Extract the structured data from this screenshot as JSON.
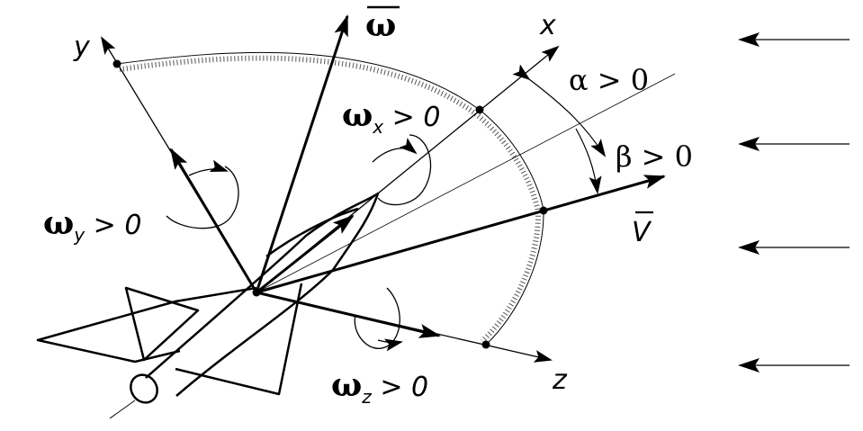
{
  "axes": {
    "x": "x",
    "y": "y",
    "z": "z"
  },
  "vectors": {
    "omega_bar": "ω",
    "velocity": "V"
  },
  "angles": {
    "alpha": "α > 0",
    "beta": "β > 0"
  },
  "rotations": {
    "omega_x": {
      "symbol": "ω",
      "sub": "x",
      "cond": " > 0"
    },
    "omega_y": {
      "symbol": "ω",
      "sub": "y",
      "cond": " > 0"
    },
    "omega_z": {
      "symbol": "ω",
      "sub": "z",
      "cond": " > 0"
    }
  },
  "airflow": {
    "arrow_count": 4
  },
  "colors": {
    "ink": "#000000",
    "background": "#ffffff"
  }
}
